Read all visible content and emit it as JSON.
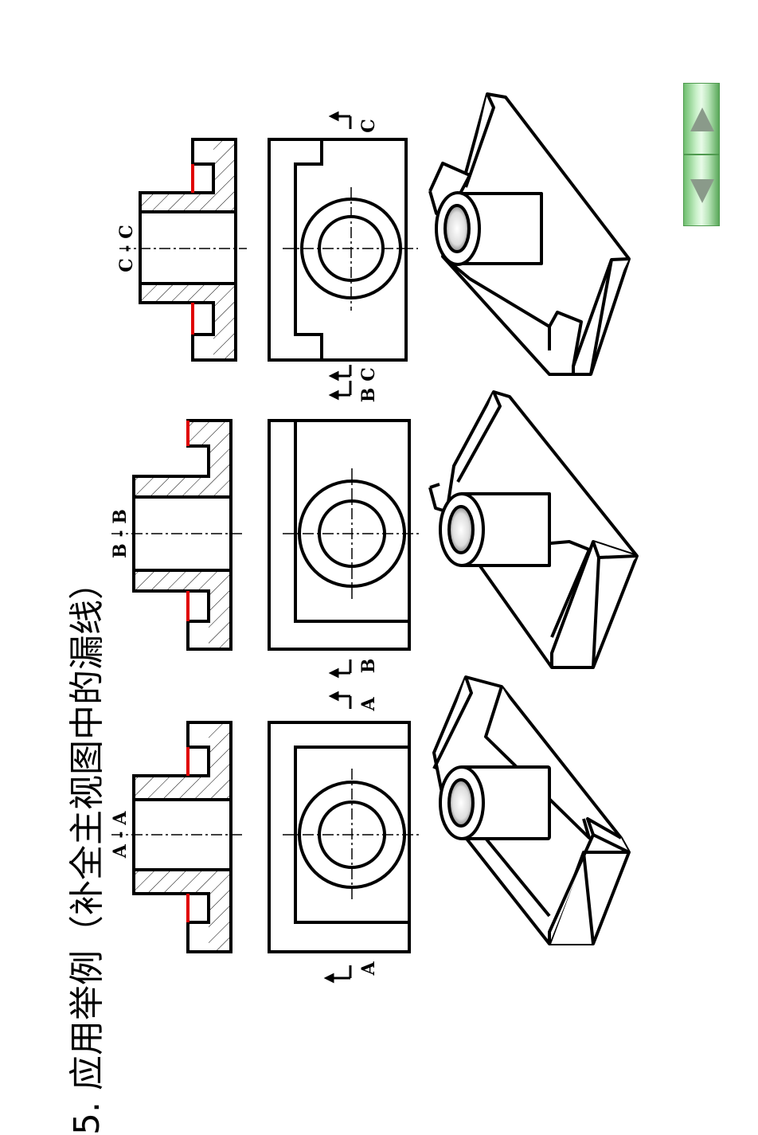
{
  "slide": {
    "title": "5. 应用举例（补全主视图中的漏线）"
  },
  "views": {
    "section_labels": [
      "A - A",
      "B - B",
      "C - C"
    ],
    "cut_letters": {
      "a_left": "A",
      "a_right": "A",
      "b_left": "B",
      "b_right": "B",
      "c_left": "C",
      "c_right": "C"
    }
  },
  "navigation": {
    "up_icon": "triangle-up-icon",
    "down_icon": "triangle-down-icon",
    "accent": "#7fcf7f"
  },
  "colors": {
    "outline": "#000000",
    "added_line": "#e00000",
    "hatch": "#000000"
  }
}
